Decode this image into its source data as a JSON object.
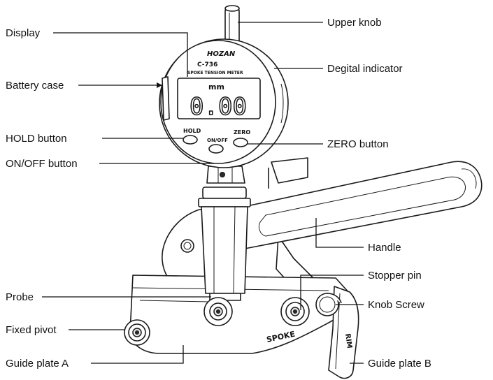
{
  "device": {
    "brand": "HOZAN",
    "model": "C-736",
    "subtitle": "SPOKE TENSION METER",
    "unit": "mm",
    "reading": "0.00",
    "hold_label": "HOLD",
    "onoff_label": "ON/OFF",
    "zero_label": "ZERO",
    "spoke_label": "SPOKE",
    "rim_label": "RIM"
  },
  "callouts": {
    "display": "Display",
    "battery_case": "Battery case",
    "hold_button": "HOLD button",
    "onoff_button": "ON/OFF button",
    "probe": "Probe",
    "fixed_pivot": "Fixed pivot",
    "guide_plate_a": "Guide plate A",
    "upper_knob": "Upper knob",
    "digital_indicator": "Degital indicator",
    "zero_button": "ZERO button",
    "handle": "Handle",
    "stopper_pin": "Stopper pin",
    "knob_screw": "Knob Screw",
    "guide_plate_b": "Guide plate B"
  }
}
